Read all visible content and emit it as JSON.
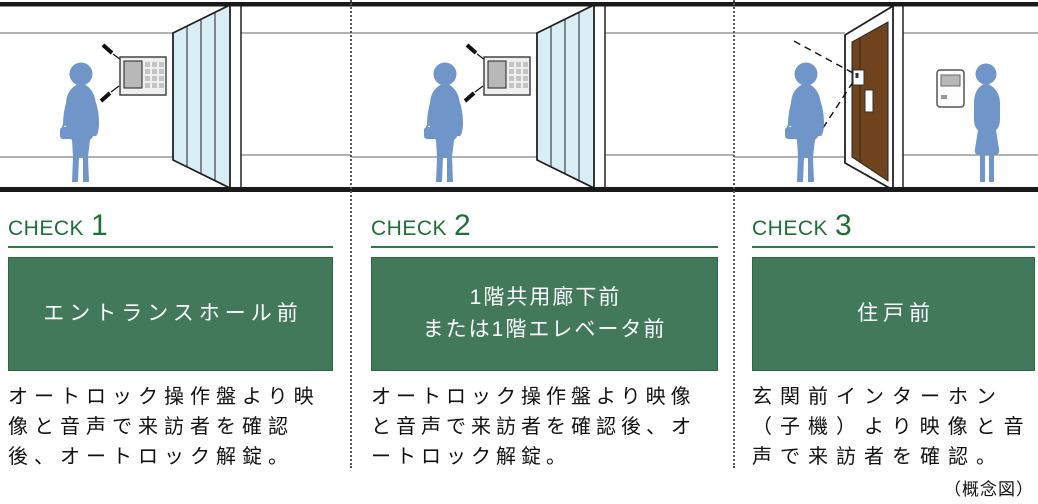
{
  "footnote": "（概念図）",
  "colors": {
    "heading_green": "#1c7038",
    "box_green": "#41795a",
    "underline_green": "#2c7a4a",
    "figure_blue": "#7096c9",
    "door_brown": "#6f431d",
    "glass_blue": "#d9edf5"
  },
  "panels": [
    {
      "check_label": "CHECK",
      "check_number": "1",
      "location": "エントランスホール前",
      "description": "オートロック操作盤より映\n像と音声で来訪者を確認\n後、オートロック解錠。"
    },
    {
      "check_label": "CHECK",
      "check_number": "2",
      "location": "1階共用廊下前\nまたは1階エレベータ前",
      "description": "オートロック操作盤より映像\nと音声で来訪者を確認後、オ\nートロック解錠。"
    },
    {
      "check_label": "CHECK",
      "check_number": "3",
      "location": "住戸前",
      "description": "玄関前インターホン\n（子機）より映像と音\n声で来訪者を確認。"
    }
  ]
}
